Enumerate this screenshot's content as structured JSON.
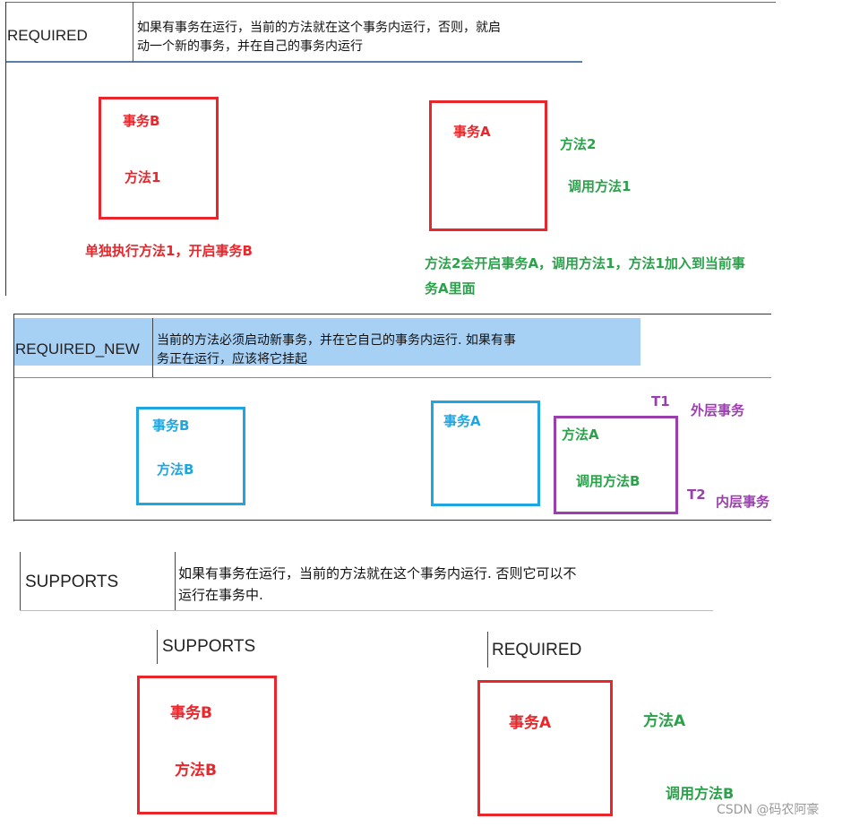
{
  "colors": {
    "red": "#e8262b",
    "green": "#2aa14a",
    "blue": "#1fa6e0",
    "purple": "#9b3fb0",
    "header_blue": "#a7d0f5"
  },
  "section1": {
    "mode": "REQUIRED",
    "description_line1": "如果有事务在运行，当前的方法就在这个事务内运行，否则，就启",
    "description_line2": "动一个新的事务，并在自己的事务内运行",
    "left_box": {
      "title": "事务B",
      "method": "方法1"
    },
    "left_caption": "单独执行方法1，开启事务B",
    "right_box": {
      "title": "事务A"
    },
    "right_method": "方法2",
    "right_call": "调用方法1",
    "right_caption_line1": "方法2会开启事务A，调用方法1，方法1加入到当前事",
    "right_caption_line2": "务A里面"
  },
  "section2": {
    "mode": "REQUIRED_NEW",
    "description_line1": "当前的方法必须启动新事务，并在它自己的事务内运行. 如果有事",
    "description_line2": "务正在运行，应该将它挂起",
    "left_box": {
      "title": "事务B",
      "method": "方法B"
    },
    "mid_box": {
      "title": "事务A"
    },
    "inner_box": {
      "method": "方法A",
      "call": "调用方法B"
    },
    "t1": "T1",
    "outer_label": "外层事务",
    "t2": "T2",
    "inner_label": "内层事务"
  },
  "section3": {
    "mode": "SUPPORTS",
    "description_line1": "如果有事务在运行，当前的方法就在这个事务内运行. 否则它可以不",
    "description_line2": "运行在事务中.",
    "left_label": "SUPPORTS",
    "left_box": {
      "title": "事务B",
      "method": "方法B"
    },
    "right_label": "REQUIRED",
    "right_box": {
      "title": "事务A"
    },
    "right_method": "方法A",
    "right_call": "调用方法B"
  },
  "watermark": "CSDN @码农阿豪"
}
